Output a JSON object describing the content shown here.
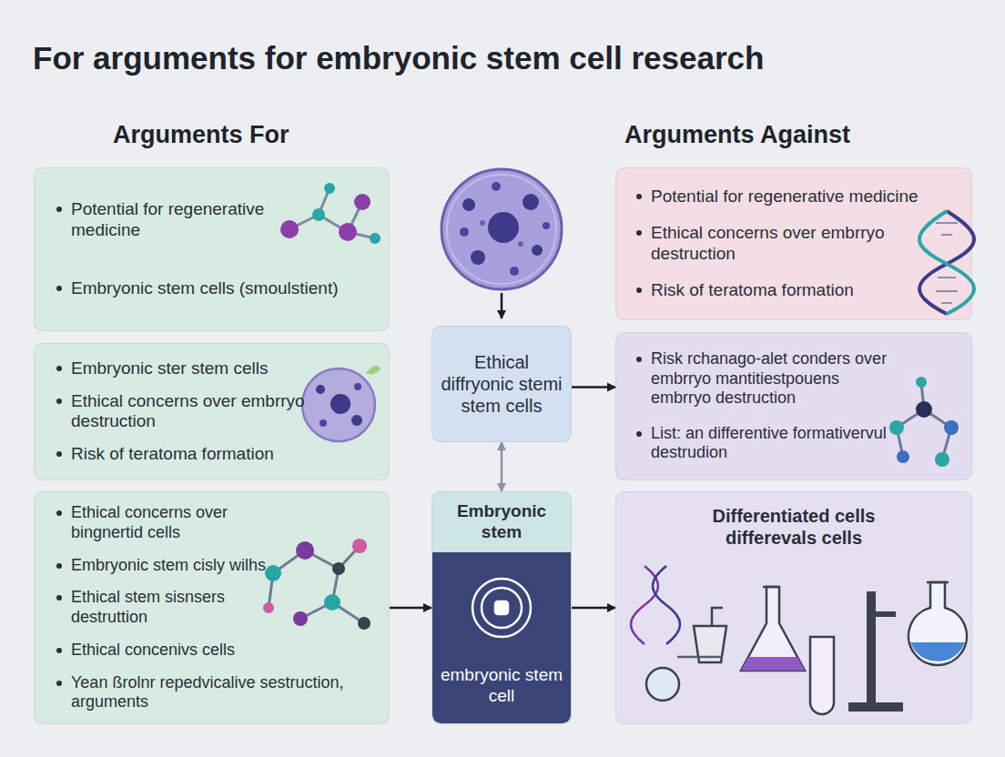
{
  "diagram": {
    "title": "For arguments for embryonic stem cell research",
    "nodes": [
      {
        "text": [
          "Potential for regenerative medicine",
          "Embryonic stem cells (smoulstient)"
        ]
      },
      {
        "text": [
          "Potential for regenerative medicine",
          "Ethical concerns over embrryo destruction",
          "Risk of teratoma formation"
        ]
      },
      {
        "text": [
          "Embryonic ster stem cells",
          "Ethical concerns over embrryo destruction",
          "Risk of teratoma formation"
        ]
      },
      {
        "text": [
          "Ethical diffryonic stemi stem cells"
        ]
      },
      {
        "text": [
          "Risk rchanago-alet conders over embrryo mantitiestpouens embrryo destruction",
          "List: an differentive formativervul destrudion"
        ]
      },
      {
        "text": [
          "Ethical concerns over bingnertid cells",
          "Embryonic stem cisly wilhs",
          "Ethical stem sisnsers destruttion",
          "Ethical concenivs cells",
          "Yean ßrolnr repedvicalive sestruction, arguments"
        ]
      },
      {
        "text": [
          "Embryonic stem"
        ]
      },
      {
        "text": [
          "embryonic stem cell"
        ],
        "in": 6
      },
      {
        "text": [
          "Differentiated cells differevals cells"
        ]
      }
    ],
    "edges": [
      {
        "from": 3,
        "to": 6,
        "arrow": "both"
      },
      {
        "from": 3,
        "to": 4,
        "arrow": "to"
      },
      {
        "from": 5,
        "to": 6,
        "arrow": "to"
      },
      {
        "from": 6,
        "to": 8,
        "arrow": "to"
      }
    ],
    "labels": [
      "Arguments For",
      "Arguments Against"
    ]
  }
}
